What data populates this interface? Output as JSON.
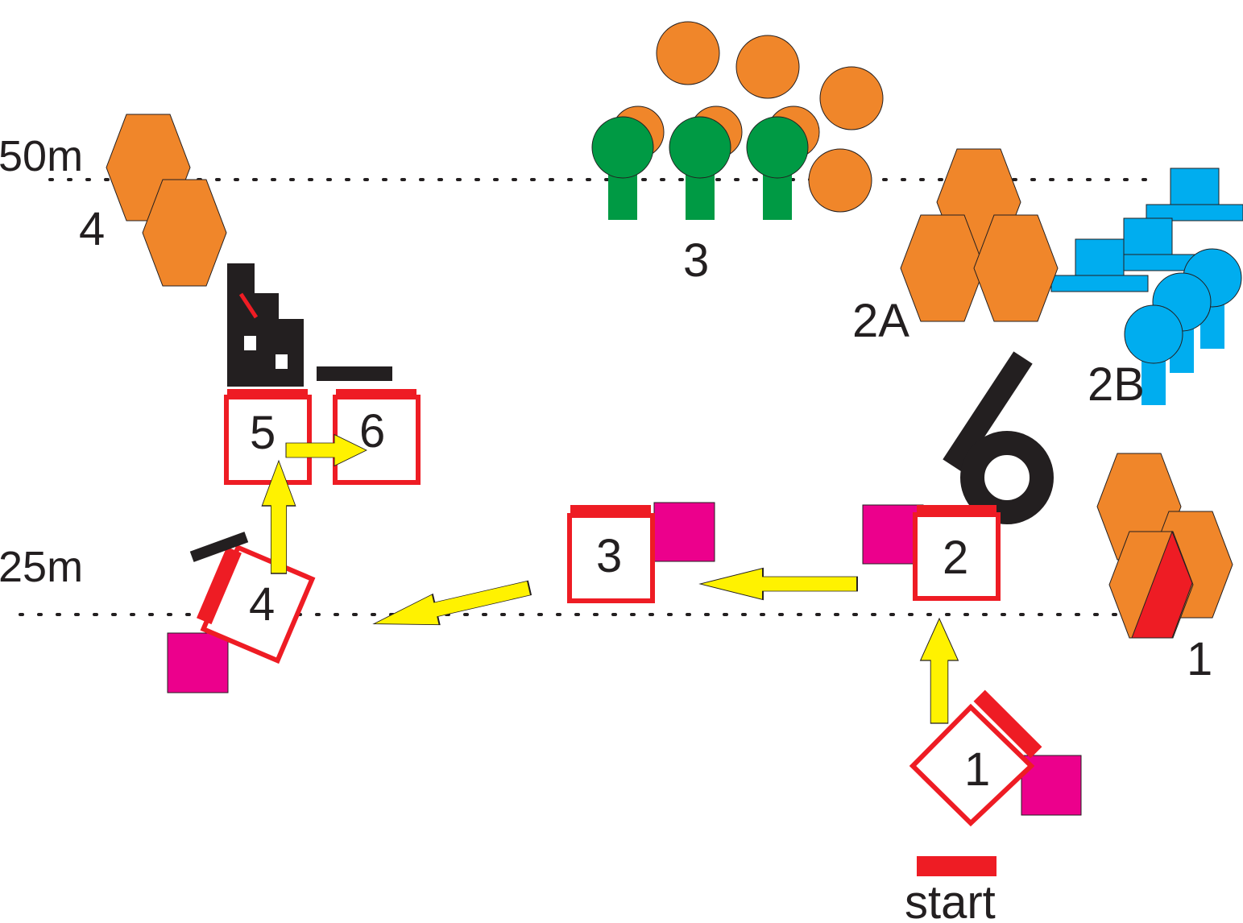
{
  "distance_lines": [
    {
      "label": "50m"
    },
    {
      "label": "25m"
    }
  ],
  "target_groups": [
    {
      "id": "1",
      "label": "1"
    },
    {
      "id": "2A",
      "label": "2A"
    },
    {
      "id": "2B",
      "label": "2B"
    },
    {
      "id": "3",
      "label": "3"
    },
    {
      "id": "4",
      "label": "4"
    }
  ],
  "positions": [
    {
      "id": 1,
      "label": "1"
    },
    {
      "id": 2,
      "label": "2"
    },
    {
      "id": 3,
      "label": "3"
    },
    {
      "id": 4,
      "label": "4"
    },
    {
      "id": 5,
      "label": "5"
    },
    {
      "id": 6,
      "label": "6"
    }
  ],
  "start": {
    "label": "start"
  },
  "colors": {
    "orange_target": "#f0862a",
    "green_target": "#009a44",
    "blue_target": "#00adef",
    "position_box": "#ee1c24",
    "barricade": "#ee1c24",
    "cover_block": "#ec008c",
    "arrow": "#fff200",
    "wall": "#231f20"
  }
}
